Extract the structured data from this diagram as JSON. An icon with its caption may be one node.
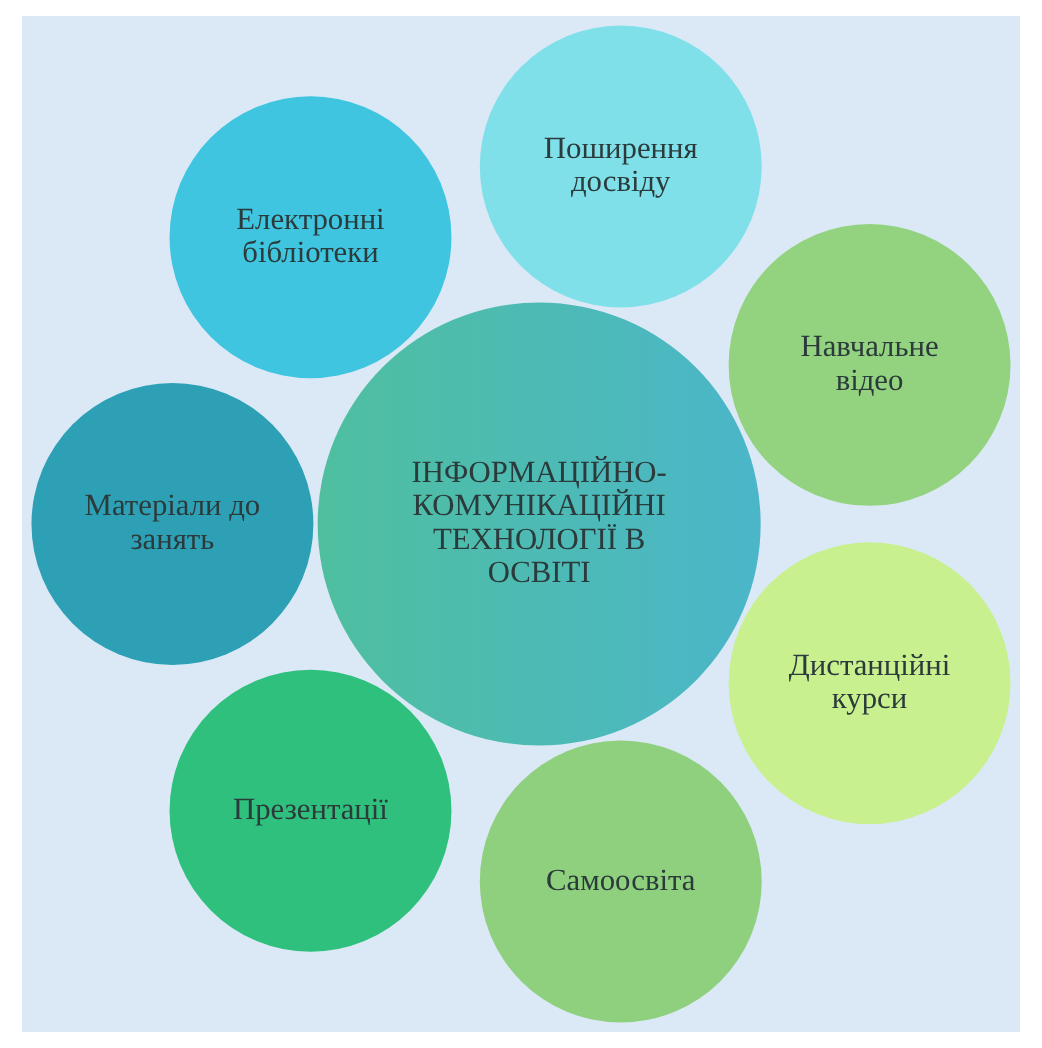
{
  "diagram": {
    "nodes": [
      {
        "text": [
          "ІНФОРМАЦІЙНО- КОМУНІКАЦІЙНІ ТЕХНОЛОГІЇ В ОСВІТІ"
        ]
      },
      {
        "text": [
          "Навчальне відео"
        ]
      },
      {
        "text": [
          "Поширення досвіду"
        ]
      },
      {
        "text": [
          "Електронні бібліотеки"
        ]
      },
      {
        "text": [
          "Матеріали до занять"
        ]
      },
      {
        "text": [
          "Презентації"
        ]
      },
      {
        "text": [
          "Самоосвіта"
        ]
      },
      {
        "text": [
          "Дистанційні курси"
        ]
      }
    ],
    "edges": []
  }
}
